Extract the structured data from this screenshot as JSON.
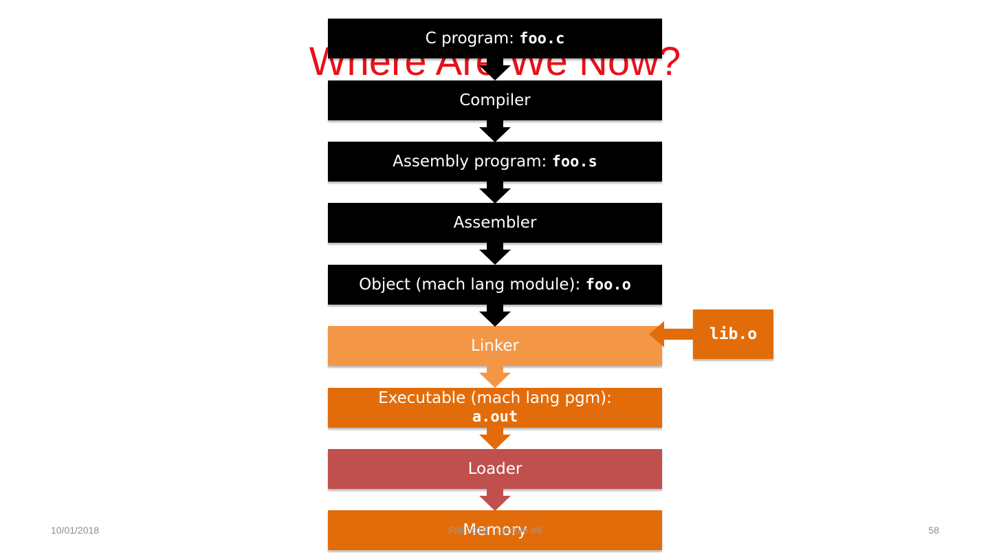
{
  "slide": {
    "title": "Where Are We Now?",
    "footer_date": "10/01/2018",
    "footer_center": "Fall 2018 - Lecture #8",
    "page_number": "58"
  },
  "steps": [
    {
      "label": "C program: ",
      "code": "foo.c"
    },
    {
      "label": "Compiler",
      "code": ""
    },
    {
      "label": "Assembly program: ",
      "code": "foo.s"
    },
    {
      "label": "Assembler",
      "code": ""
    },
    {
      "label": "Object (mach lang module): ",
      "code": "foo.o"
    },
    {
      "label": "Linker",
      "code": ""
    },
    {
      "label": "Executable (mach lang pgm):",
      "code": "a.out"
    },
    {
      "label": "Loader",
      "code": ""
    },
    {
      "label": "Memory",
      "code": ""
    }
  ],
  "side_input": {
    "code": "lib.o"
  },
  "colors": {
    "title": "#e8101a",
    "black": "#000000",
    "linker": "#f39646",
    "orange": "#e36c0a",
    "loader": "#c0504d"
  }
}
